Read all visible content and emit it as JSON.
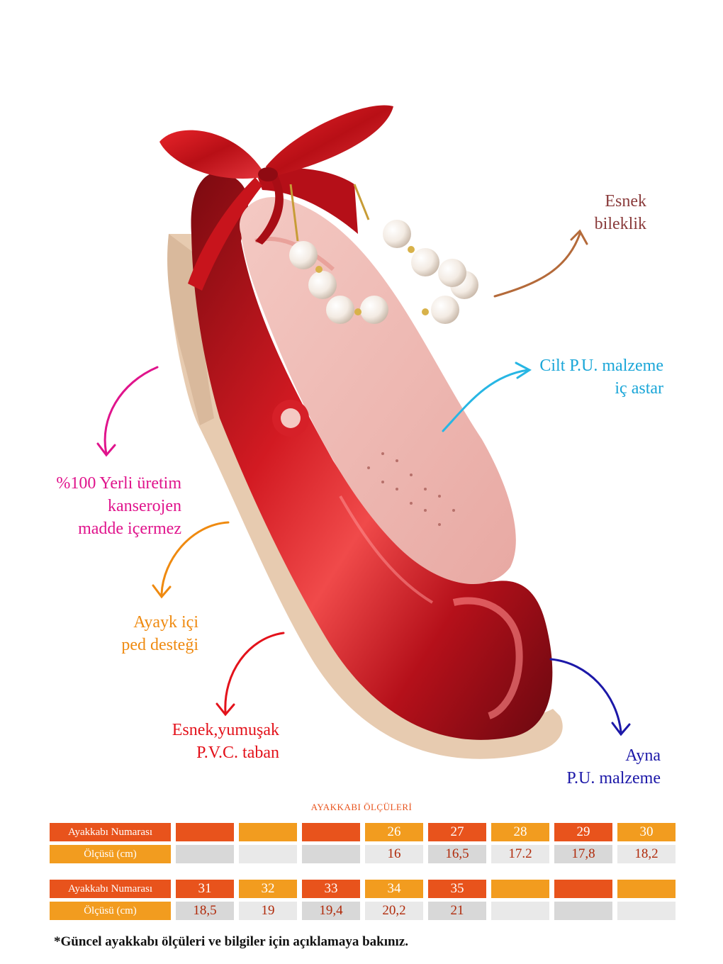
{
  "callouts": {
    "bracelet": {
      "line1": "Esnek",
      "line2": "bileklik",
      "color": "#8a3b3b"
    },
    "lining": {
      "line1": "Cilt P.U. malzeme",
      "line2": "iç astar",
      "color": "#1aa6d8"
    },
    "domestic": {
      "line1": "%100 Yerli üretim",
      "line2": "kanserojen",
      "line3": "madde içermez",
      "color": "#e0148c"
    },
    "insole": {
      "line1": "Ayayk içi",
      "line2": "ped desteği",
      "color": "#ef8a10"
    },
    "sole": {
      "line1": "Esnek,yumuşak",
      "line2": "P.V.C. taban",
      "color": "#e3121b"
    },
    "mirror": {
      "line1": "Ayna",
      "line2": "P.U. malzeme",
      "color": "#1c18a8"
    }
  },
  "size_table": {
    "title": "AYAKKABI ÖLÇÜLERİ",
    "row_label_number": "Ayakkabı Numarası",
    "row_label_size": "Ölçüsü (cm)",
    "block1": {
      "numbers": [
        "",
        "",
        "",
        "26",
        "27",
        "28",
        "29",
        "30"
      ],
      "sizes": [
        "",
        "",
        "",
        "16",
        "16,5",
        "17.2",
        "17,8",
        "18,2"
      ]
    },
    "block2": {
      "numbers": [
        "31",
        "32",
        "33",
        "34",
        "35",
        "",
        "",
        ""
      ],
      "sizes": [
        "18,5",
        "19",
        "19,4",
        "20,2",
        "21",
        "",
        "",
        ""
      ]
    }
  },
  "footnote": "*Güncel ayakkabı ölçüleri ve bilgiler için açıklamaya bakınız.",
  "colors": {
    "accent_red": "#e8531c",
    "accent_orange": "#f29c1f",
    "shoe_red": "#c0121a"
  }
}
